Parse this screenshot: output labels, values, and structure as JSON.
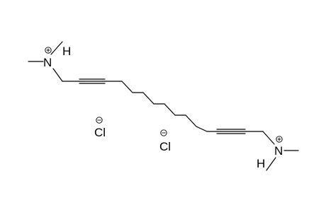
{
  "molecule": {
    "atoms": {
      "nitrogen_left": "N",
      "hydrogen_left": "H",
      "nitrogen_right": "N",
      "hydrogen_right": "H",
      "chloride_1": "Cl",
      "chloride_2": "Cl"
    },
    "charges": {
      "nitrogen": "+",
      "chloride": "-"
    }
  },
  "colors": {
    "ink": "#000000",
    "background": "#ffffff"
  }
}
